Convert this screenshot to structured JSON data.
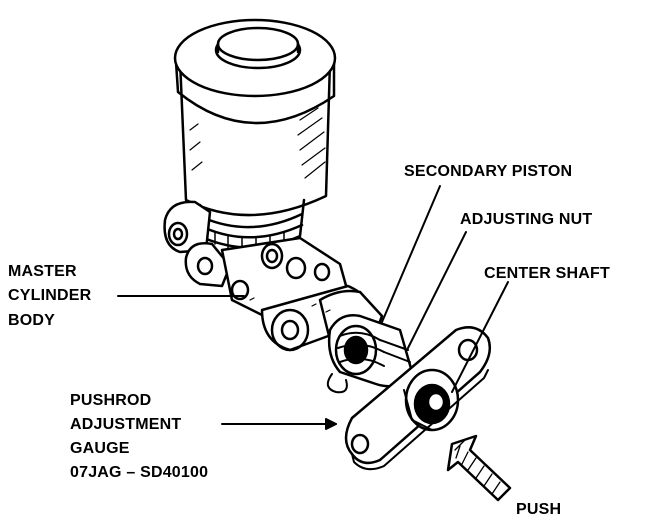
{
  "labels": {
    "secondary_piston": "SECONDARY PISTON",
    "adjusting_nut": "ADJUSTING NUT",
    "center_shaft": "CENTER SHAFT",
    "master_cylinder_body": [
      "MASTER",
      "CYLINDER",
      "BODY"
    ],
    "pushrod_gauge": [
      "PUSHROD",
      "ADJUSTMENT",
      "GAUGE",
      "07JAG – SD40100"
    ],
    "push": "PUSH"
  }
}
